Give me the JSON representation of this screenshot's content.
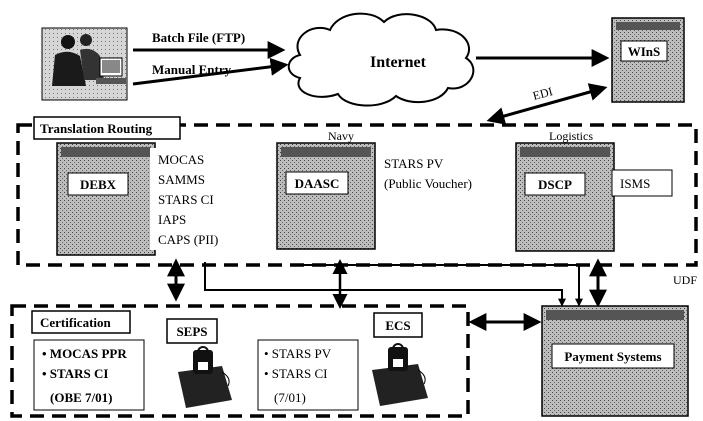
{
  "top": {
    "batch_label": "Batch File (FTP)",
    "manual_label": "Manual Entry",
    "internet_label": "Internet",
    "wins_label": "WInS",
    "edi_label": "EDI"
  },
  "translation": {
    "title": "Translation Routing",
    "navy_label": "Navy",
    "logistics_label": "Logistics",
    "debx": {
      "label": "DEBX",
      "systems": [
        "MOCAS",
        "SAMMS",
        "STARS CI",
        "IAPS",
        "CAPS (PII)"
      ]
    },
    "daasc": {
      "label": "DAASC",
      "systems": [
        "STARS PV",
        "(Public Voucher)"
      ]
    },
    "dscp": {
      "label": "DSCP",
      "systems": [
        "ISMS"
      ]
    },
    "udf_label": "UDF"
  },
  "certification": {
    "title": "Certification",
    "left_list": [
      "• MOCAS PPR",
      "• STARS CI",
      "(OBE 7/01)"
    ],
    "seps_label": "SEPS",
    "mid_list": [
      "• STARS PV",
      "• STARS CI",
      "(7/01)"
    ],
    "ecs_label": "ECS"
  },
  "payment": {
    "label": "Payment Systems"
  }
}
